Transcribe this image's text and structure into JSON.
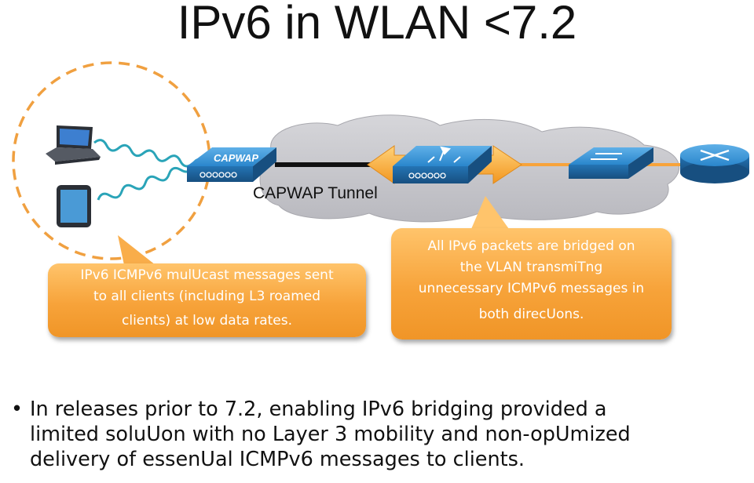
{
  "title": "IPv6 in WLAN <7.2",
  "diagram": {
    "ap_label": "CAPWAP",
    "tunnel_label": "CAPWAP Tunnel",
    "callout_left": {
      "lines": [
        "IPv6 ICMPv6 mulUcast messages sent",
        "to all clients (including L3 roamed",
        "clients) at low data rates."
      ]
    },
    "callout_right": {
      "lines": [
        "All IPv6 packets are bridged on",
        "the VLAN transmiTng",
        "unnecessary ICMPv6 messages in",
        "both direcUons."
      ]
    },
    "colors": {
      "callout": "#f7a33a",
      "device_blue": "#2a7fc1",
      "cloud": "#c8c8cc",
      "dashed_circle": "#f0a040",
      "link_orange": "#f7a33a"
    }
  },
  "bullet": {
    "lines": [
      "In releases prior to 7.2, enabling IPv6 bridging provided a",
      "limited soluUon with no Layer 3 mobility and non-opUmized",
      "delivery of essenUal ICMPv6 messages to clients."
    ]
  }
}
